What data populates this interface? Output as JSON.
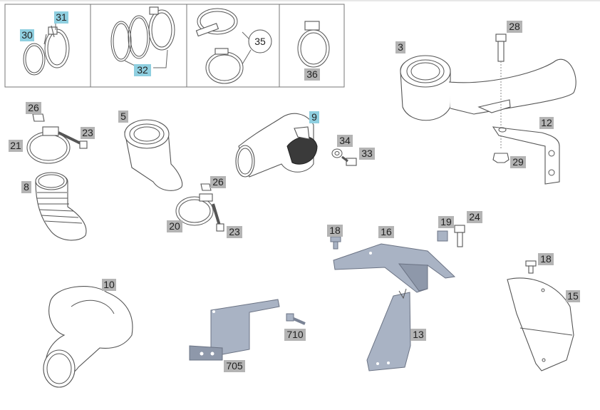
{
  "callouts": {
    "c30": "30",
    "c31": "31",
    "c32": "32",
    "c35": "35",
    "c36": "36",
    "c3": "3",
    "c28": "28",
    "c12": "12",
    "c29": "29",
    "c26a": "26",
    "c23a": "23",
    "c21": "21",
    "c8": "8",
    "c5": "5",
    "c26b": "26",
    "c20": "20",
    "c23b": "23",
    "c9": "9",
    "c34": "34",
    "c33": "33",
    "c18a": "18",
    "c16": "16",
    "c19": "19",
    "c24": "24",
    "c18b": "18",
    "c15": "15",
    "c10": "10",
    "c13": "13",
    "c710": "710",
    "c705": "705"
  },
  "highlight_colors": {
    "selected": "#8fcfe0",
    "default": "#b4b4b4"
  }
}
